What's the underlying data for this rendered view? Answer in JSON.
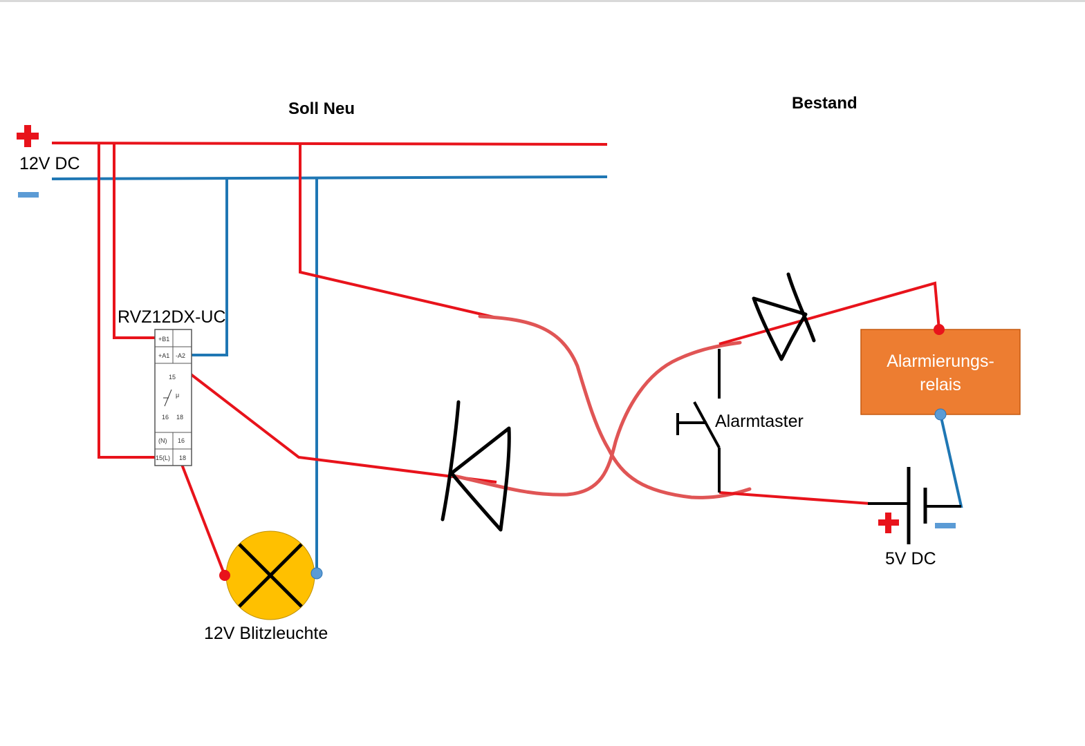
{
  "headings": {
    "left": "Soll Neu",
    "right": "Bestand"
  },
  "supply_12v": {
    "label": "12V DC",
    "plus_symbol": "+",
    "minus_symbol": "−"
  },
  "relay_module": {
    "label": "RVZ12DX-UC",
    "terminals": {
      "b1": "+B1",
      "a1": "+A1",
      "a2": "-A2",
      "t15": "15",
      "mu": "μ",
      "t16": "16",
      "t18": "18",
      "n": "(N)",
      "t16b": "16",
      "l15": "15(L)",
      "t18b": "18"
    }
  },
  "lamp": {
    "label": "12V Blitzleuchte"
  },
  "alarm_relay": {
    "line1": "Alarmierungs-",
    "line2": "relais"
  },
  "alarm_button": {
    "label": "Alarmtaster"
  },
  "supply_5v": {
    "label": "5V DC"
  },
  "colors": {
    "positive_wire": "#e8131b",
    "negative_wire": "#1f77b4",
    "loose_wire": "#e05555",
    "lamp_fill": "#ffc000",
    "relay_fill": "#ed7d31",
    "relay_border": "#c55a11",
    "relay_text": "#ffffff",
    "plus_red": "#e8131b",
    "minus_blue": "#5b9bd5",
    "blue_dot": "#5b9bd5"
  },
  "icons": [
    "plus-icon",
    "minus-icon",
    "diode-icon",
    "lamp-icon",
    "battery-icon",
    "push-button-icon"
  ]
}
